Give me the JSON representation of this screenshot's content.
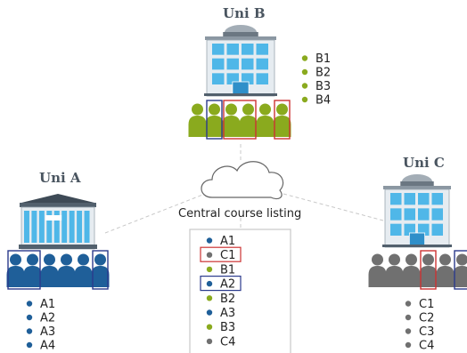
{
  "colors": {
    "uni_a": "#1f5f99",
    "uni_b": "#8aaa1e",
    "uni_c": "#707070",
    "highlight_red": "#cc3333",
    "highlight_blue": "#2b3a8c",
    "dash": "#c8c8c8"
  },
  "central": {
    "label": "Central course listing",
    "items": [
      {
        "text": "A1",
        "uni": "uni_a",
        "box": ""
      },
      {
        "text": "C1",
        "uni": "uni_c",
        "box": "red"
      },
      {
        "text": "B1",
        "uni": "uni_b",
        "box": ""
      },
      {
        "text": "A2",
        "uni": "uni_a",
        "box": "blue"
      },
      {
        "text": "B2",
        "uni": "uni_b",
        "box": ""
      },
      {
        "text": "A3",
        "uni": "uni_a",
        "box": ""
      },
      {
        "text": "B3",
        "uni": "uni_b",
        "box": ""
      },
      {
        "text": "C4",
        "uni": "uni_c",
        "box": ""
      }
    ]
  },
  "universities": [
    {
      "key": "uni_a",
      "title": "Uni A",
      "courses": [
        "A1",
        "A2",
        "A3",
        "A4"
      ],
      "people": 6,
      "highlights": [
        {
          "start": 0,
          "end": 1,
          "color": "blue"
        },
        {
          "start": 5,
          "end": 5,
          "color": "blue"
        }
      ],
      "icon": "building-icon"
    },
    {
      "key": "uni_b",
      "title": "Uni B",
      "courses": [
        "B1",
        "B2",
        "B3",
        "B4"
      ],
      "people": 6,
      "highlights": [
        {
          "start": 1,
          "end": 1,
          "color": "blue"
        },
        {
          "start": 2,
          "end": 3,
          "color": "red"
        },
        {
          "start": 5,
          "end": 5,
          "color": "red"
        }
      ],
      "icon": "building-icon"
    },
    {
      "key": "uni_c",
      "title": "Uni C",
      "courses": [
        "C1",
        "C2",
        "C3",
        "C4"
      ],
      "people": 6,
      "highlights": [
        {
          "start": 3,
          "end": 3,
          "color": "red"
        },
        {
          "start": 5,
          "end": 5,
          "color": "blue"
        }
      ],
      "icon": "building-icon"
    }
  ]
}
